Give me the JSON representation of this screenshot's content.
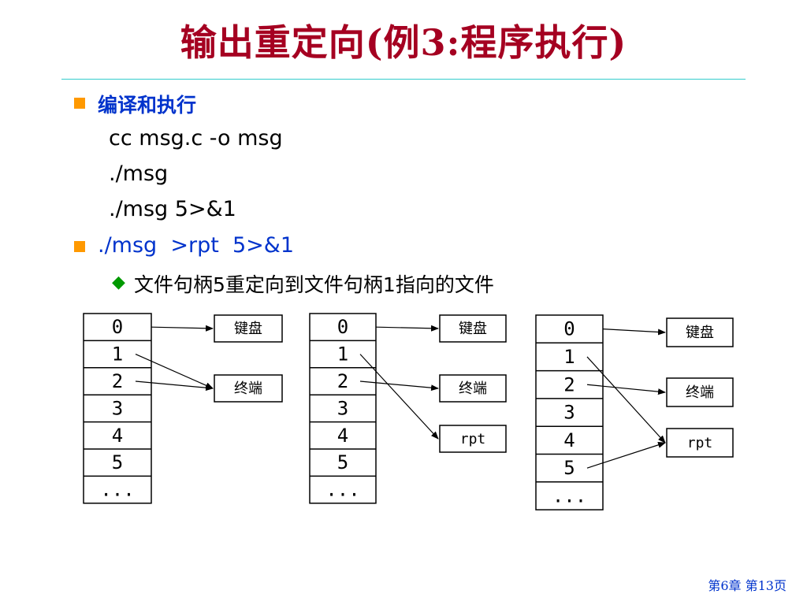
{
  "title": "输出重定向(例3:程序执行)",
  "bullet1": {
    "label": "编译和执行",
    "commands": [
      "cc msg.c -o msg",
      "./msg",
      "./msg 5>&1"
    ]
  },
  "bullet2": {
    "label": "./msg  >rpt  5>&1",
    "sub": "文件句柄5重定向到文件句柄1指向的文件"
  },
  "diagrams": [
    {
      "descriptors": [
        "0",
        "1",
        "2",
        "3",
        "4",
        "5",
        "..."
      ],
      "targets": [
        "键盘",
        "终端"
      ],
      "links": [
        [
          0,
          0
        ],
        [
          1,
          1
        ],
        [
          2,
          1
        ]
      ]
    },
    {
      "descriptors": [
        "0",
        "1",
        "2",
        "3",
        "4",
        "5",
        "..."
      ],
      "targets": [
        "键盘",
        "终端",
        "rpt"
      ],
      "links": [
        [
          0,
          0
        ],
        [
          1,
          2
        ],
        [
          2,
          1
        ]
      ]
    },
    {
      "descriptors": [
        "0",
        "1",
        "2",
        "3",
        "4",
        "5",
        "..."
      ],
      "targets": [
        "键盘",
        "终端",
        "rpt"
      ],
      "links": [
        [
          0,
          0
        ],
        [
          1,
          2
        ],
        [
          2,
          1
        ],
        [
          5,
          2
        ]
      ]
    }
  ],
  "footer": "第6章 第13页",
  "colors": {
    "title": "#a50021",
    "bullet": "#ff9900",
    "blue_text": "#0033cc",
    "rule": "#33cccc",
    "diamond": "#009900"
  }
}
